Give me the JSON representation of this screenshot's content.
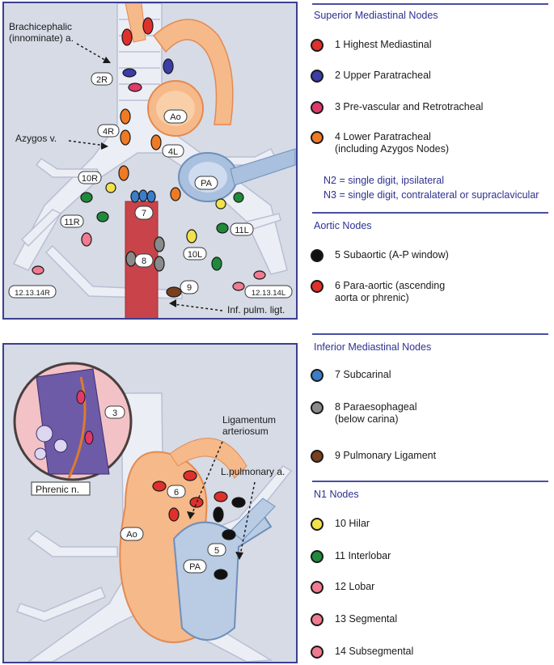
{
  "top_diagram": {
    "brachiocephalic_label": "Brachicephalic\n(innominate) a.",
    "azygos_label": "Azygos v.",
    "inf_pulm_label": "Inf. pulm. ligt.",
    "station_labels": {
      "s2r": "2R",
      "s4r": "4R",
      "s4l": "4L",
      "s10r": "10R",
      "s11r": "11R",
      "s7": "7",
      "s8": "8",
      "s9": "9",
      "s10l": "10L",
      "s11l": "11L",
      "s12r": "12.13.14R",
      "s12l": "12.13.14L",
      "ao": "Ao",
      "pa": "PA"
    }
  },
  "bottom_diagram": {
    "ligamentum_label": "Ligamentum\narteriosum",
    "lpulm_label": "L.pulmonary a.",
    "phrenic_label": "Phrenic n.",
    "station_labels": {
      "s3": "3",
      "s6": "6",
      "s5": "5",
      "ao": "Ao",
      "pa": "PA"
    }
  },
  "legend": {
    "superior": {
      "title": "Superior Mediastinal Nodes",
      "items": [
        {
          "label": "1 Highest Mediastinal",
          "color": "#e0302c"
        },
        {
          "label": "2 Upper Paratracheal",
          "color": "#3b3da8"
        },
        {
          "label": "3 Pre-vascular and Retrotracheal",
          "color": "#e03a6a"
        },
        {
          "label": "4 Lower Paratracheal\n(including Azygos Nodes)",
          "color": "#f07a24"
        }
      ],
      "note_n2": "N2 = single digit, ipsilateral",
      "note_n3": "N3 = single digit, contralateral or supraclavicular"
    },
    "aortic": {
      "title": "Aortic Nodes",
      "items": [
        {
          "label": "5 Subaortic (A-P window)",
          "color": "#111111"
        },
        {
          "label": "6 Para-aortic (ascending\naorta or phrenic)",
          "color": "#e0302c"
        }
      ]
    },
    "inferior": {
      "title": "Inferior Mediastinal Nodes",
      "items": [
        {
          "label": "7 Subcarinal",
          "color": "#3c7dc8"
        },
        {
          "label": "8 Paraesophageal\n(below carina)",
          "color": "#8a8a8a"
        },
        {
          "label": "9 Pulmonary Ligament",
          "color": "#7a3f1e"
        }
      ]
    },
    "n1": {
      "title": "N1 Nodes",
      "items": [
        {
          "label": "10 Hilar",
          "color": "#f2e24a"
        },
        {
          "label": "11 Interlobar",
          "color": "#1f8a3a"
        },
        {
          "label": "12 Lobar",
          "color": "#f07a90"
        },
        {
          "label": "13 Segmental",
          "color": "#f07a90"
        },
        {
          "label": "14 Subsegmental",
          "color": "#f07a90"
        }
      ]
    }
  }
}
